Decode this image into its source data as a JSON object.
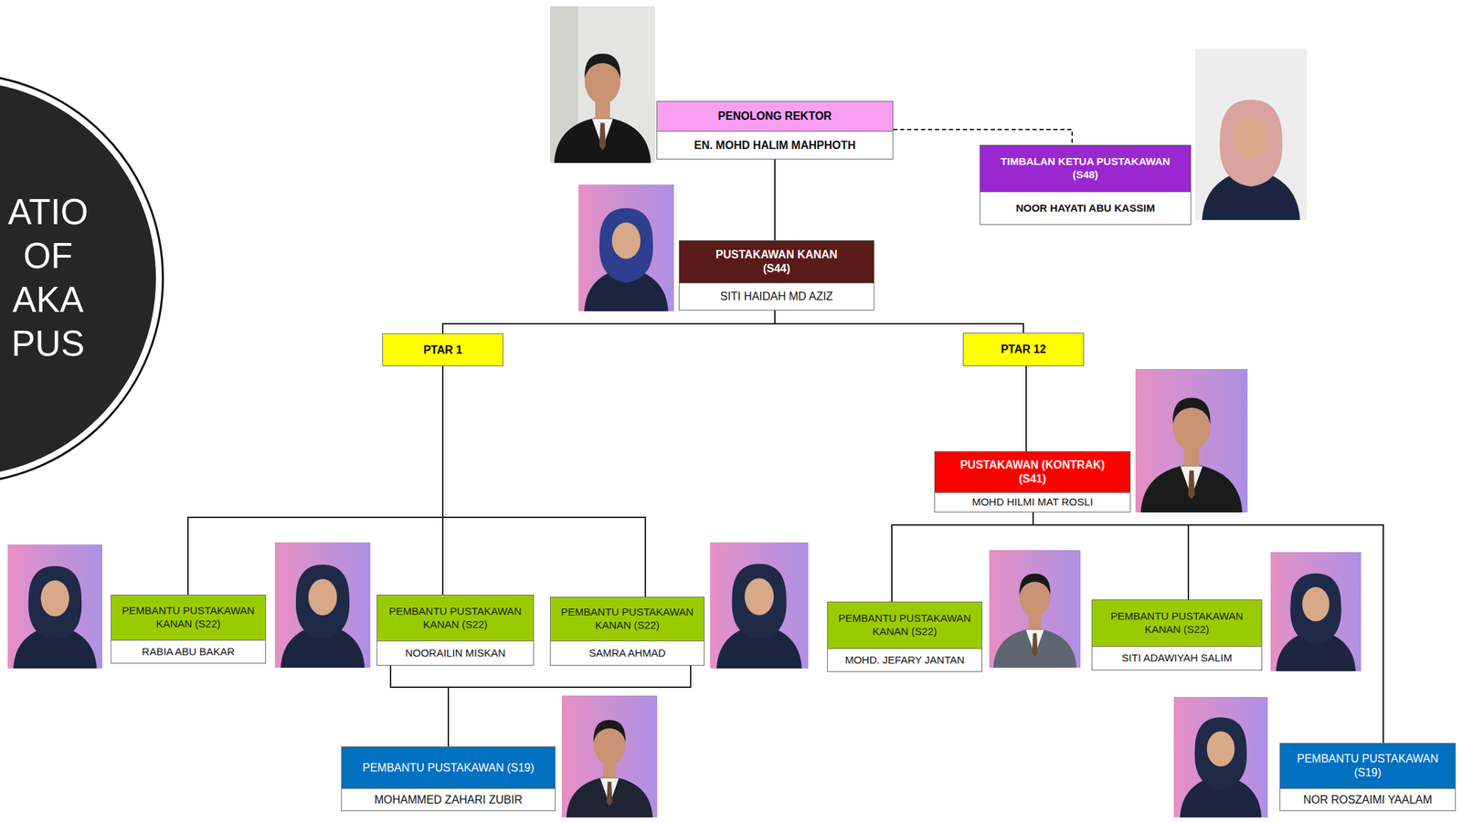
{
  "diagram": {
    "nodes": [
      {
        "text": [
          "ATIO OF AKA PUS"
        ]
      },
      {
        "text": [
          "PENOLONG REKTOR",
          "EN. MOHD HALIM MAHPHOTH"
        ]
      },
      {
        "text": [
          "TIMBALAN KETUA PUSTAKAWAN (S48)",
          "NOOR HAYATI ABU KASSIM"
        ]
      },
      {
        "text": [
          "PUSTAKAWAN KANAN (S44)",
          "SITI HAIDAH MD AZIZ"
        ]
      },
      {
        "text": [
          "PTAR 1"
        ]
      },
      {
        "text": [
          "PTAR 12"
        ]
      },
      {
        "text": [
          "PUSTAKAWAN (KONTRAK) (S41)",
          "MOHD HILMI MAT ROSLI"
        ]
      },
      {
        "text": [
          "PEMBANTU PUSTAKAWAN KANAN (S22)",
          "RABIA ABU BAKAR"
        ]
      },
      {
        "text": [
          "PEMBANTU PUSTAKAWAN KANAN (S22)",
          "NOORAILIN MISKAN"
        ]
      },
      {
        "text": [
          "PEMBANTU PUSTAKAWAN KANAN (S22)",
          "SAMRA AHMAD"
        ]
      },
      {
        "text": [
          "PEMBANTU PUSTAKAWAN KANAN (S22)",
          "MOHD. JEFARY JANTAN"
        ]
      },
      {
        "text": [
          "PEMBANTU PUSTAKAWAN KANAN (S22)",
          "SITI ADAWIYAH SALIM"
        ]
      },
      {
        "text": [
          "PEMBANTU PUSTAKAWAN (S19)",
          "MOHAMMED ZAHARI ZUBIR"
        ]
      },
      {
        "text": [
          "PEMBANTU PUSTAKAWAN (S19)",
          "NOR ROSZAIMI YAALAM"
        ]
      }
    ],
    "edges": [
      {
        "from": 1,
        "to": 2,
        "arrow": "none"
      },
      {
        "from": 1,
        "to": 3,
        "arrow": "none"
      },
      {
        "from": 3,
        "to": 4,
        "arrow": "none"
      },
      {
        "from": 3,
        "to": 5,
        "arrow": "none"
      },
      {
        "from": 4,
        "to": 7,
        "arrow": "none"
      },
      {
        "from": 4,
        "to": 8,
        "arrow": "none"
      },
      {
        "from": 4,
        "to": 9,
        "arrow": "none"
      },
      {
        "from": 8,
        "to": 12,
        "arrow": "none"
      },
      {
        "from": 9,
        "to": 12,
        "arrow": "none"
      },
      {
        "from": 5,
        "to": 6,
        "arrow": "none"
      },
      {
        "from": 6,
        "to": 10,
        "arrow": "none"
      },
      {
        "from": 6,
        "to": 11,
        "arrow": "none"
      },
      {
        "from": 6,
        "to": 13,
        "arrow": "none"
      }
    ]
  }
}
